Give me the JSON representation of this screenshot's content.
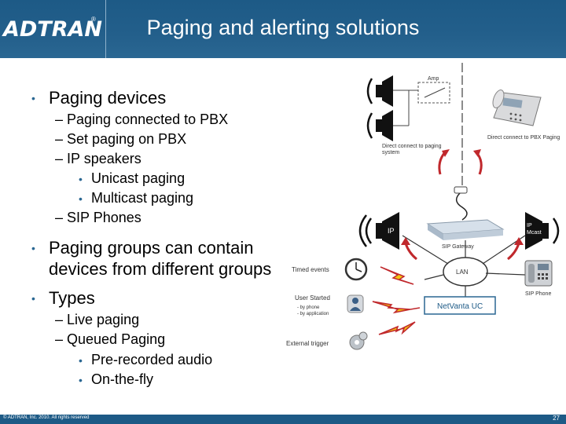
{
  "header": {
    "logo": "ADTRAN",
    "title": "Paging and alerting solutions"
  },
  "bullets": {
    "paging_devices": "Paging devices",
    "pbx": "Paging connected to PBX",
    "set_paging": "Set paging on PBX",
    "ip_speakers": "IP speakers",
    "unicast": "Unicast paging",
    "multicast": "Multicast paging",
    "sip_phones": "SIP Phones",
    "groups_1": "Paging groups can contain",
    "groups_2": "devices from different groups",
    "types": "Types",
    "live": "Live paging",
    "queued": "Queued Paging",
    "prerecorded": "Pre-recorded audio",
    "onthefly": "On-the-fly"
  },
  "diagram": {
    "amp": "Amp",
    "direct_paging_1": "Direct connect to paging",
    "direct_paging_2": "system",
    "direct_pbx": "Direct connect to PBX Paging",
    "ip": "IP",
    "ip_mcast_1": "IP",
    "ip_mcast_2": "Mcast",
    "sip_gateway": "SIP Gateway",
    "lan": "LAN",
    "timed_events": "Timed events",
    "user_started": "User Started",
    "user_opt_1": "- by phone",
    "user_opt_2": "- by application",
    "netvanta": "NetVanta UC",
    "sip_phone": "SIP Phone",
    "external_trigger": "External trigger"
  },
  "footer": {
    "copyright": "© ADTRAN, Inc. 2010. All rights reserved",
    "page": "27"
  },
  "colors": {
    "header_blue": "#235f8b",
    "bullet_blue": "#2a6792",
    "lightning_red": "#c0282c",
    "lightning_yellow": "#f2c511"
  }
}
